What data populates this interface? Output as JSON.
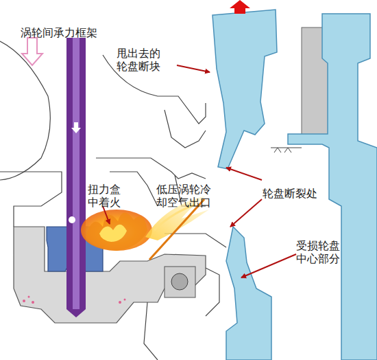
{
  "diagram": {
    "labels": [
      "涡轮间承力框架",
      "甩出去的 轮盘断块",
      "扭力盒 中着火",
      "低压涡轮冷 却空气出口",
      "轮盘断裂处",
      "受损轮盘 中心部分"
    ]
  }
}
